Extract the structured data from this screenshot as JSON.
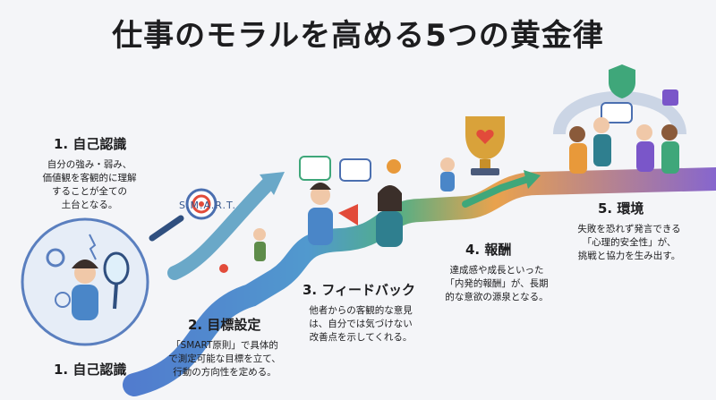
{
  "title": "仕事のモラルを高める5つの黄金律",
  "steps": [
    {
      "title": "1. 自己認識",
      "desc": [
        "自分の強み・弱み、",
        "価値観を客観的に理解",
        "することが全ての",
        "土台となる。"
      ]
    },
    {
      "title": "2. 目標設定",
      "desc": [
        "「SMART原則」で具体的",
        "で測定可能な目標を立て、",
        "行動の方向性を定める。"
      ]
    },
    {
      "title": "3. フィードバック",
      "desc": [
        "他者からの客観的な意見",
        "は、自分では気づけない",
        "改善点を示してくれる。"
      ]
    },
    {
      "title": "4. 報酬",
      "desc": [
        "達成感や成長といった",
        "「内発的報酬」が、長期",
        "的な意欲の源泉となる。"
      ]
    },
    {
      "title": "5. 環境",
      "desc": [
        "失敗を恐れず発言できる",
        "「心理的安全性」が、",
        "挑戦と協力を生み出す。"
      ]
    }
  ],
  "bottom_label": "1. 自己認識",
  "smart_label": "S.M.A.R.T.",
  "colors": {
    "path_start": "#3f6fc9",
    "path_mid1": "#3fa77a",
    "path_mid2": "#e8993a",
    "path_end": "#7a56c9"
  }
}
